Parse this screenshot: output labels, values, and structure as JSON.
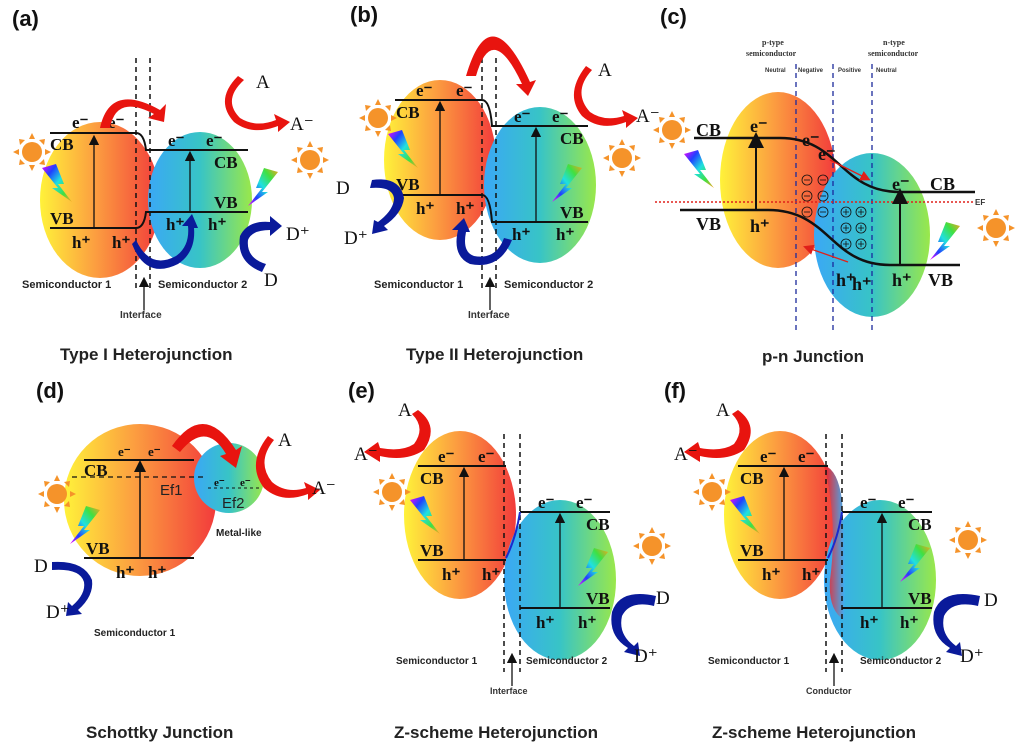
{
  "panels": {
    "a": {
      "label": "(a)",
      "title": "Type I Heterojunction",
      "sc1": "Semiconductor 1",
      "sc2": "Semiconductor 2",
      "interface": "Interface"
    },
    "b": {
      "label": "(b)",
      "title": "Type II Heterojunction",
      "sc1": "Semiconductor 1",
      "sc2": "Semiconductor 2",
      "interface": "Interface"
    },
    "c": {
      "label": "(c)",
      "title": "p-n Junction",
      "ptype": "p-type",
      "ptype2": "semiconductor",
      "ntype": "n-type",
      "ntype2": "semiconductor",
      "neutral1": "Neutral",
      "negative": "Negative",
      "positive": "Positive",
      "neutral2": "Neutral",
      "ef": "EF"
    },
    "d": {
      "label": "(d)",
      "title": "Schottky Junction",
      "sc1": "Semiconductor 1",
      "metal": "Metal-like",
      "ef1": "Ef1",
      "ef2": "Ef2"
    },
    "e": {
      "label": "(e)",
      "title": "Z-scheme Heterojunction",
      "sc1": "Semiconductor 1",
      "sc2": "Semiconductor 2",
      "interface": "Interface"
    },
    "f": {
      "label": "(f)",
      "title": "Z-scheme Heterojunction",
      "sc1": "Semiconductor 1",
      "sc2": "Semiconductor 2",
      "interface": "Conductor"
    }
  },
  "symbols": {
    "cb": "CB",
    "vb": "VB",
    "electron": "e⁻",
    "hole": "h⁺",
    "acceptor": "A",
    "acceptor_reduced": "A⁻",
    "donor": "D",
    "donor_oxidized": "D⁺",
    "minus": "−",
    "plus": "+"
  },
  "colors": {
    "electron_arrow": "#e8140f",
    "hole_arrow": "#0a1a9a",
    "sun": "#f5932a",
    "fermi_line": "#e0201a",
    "depletion_lines": "#1b2a9c"
  }
}
